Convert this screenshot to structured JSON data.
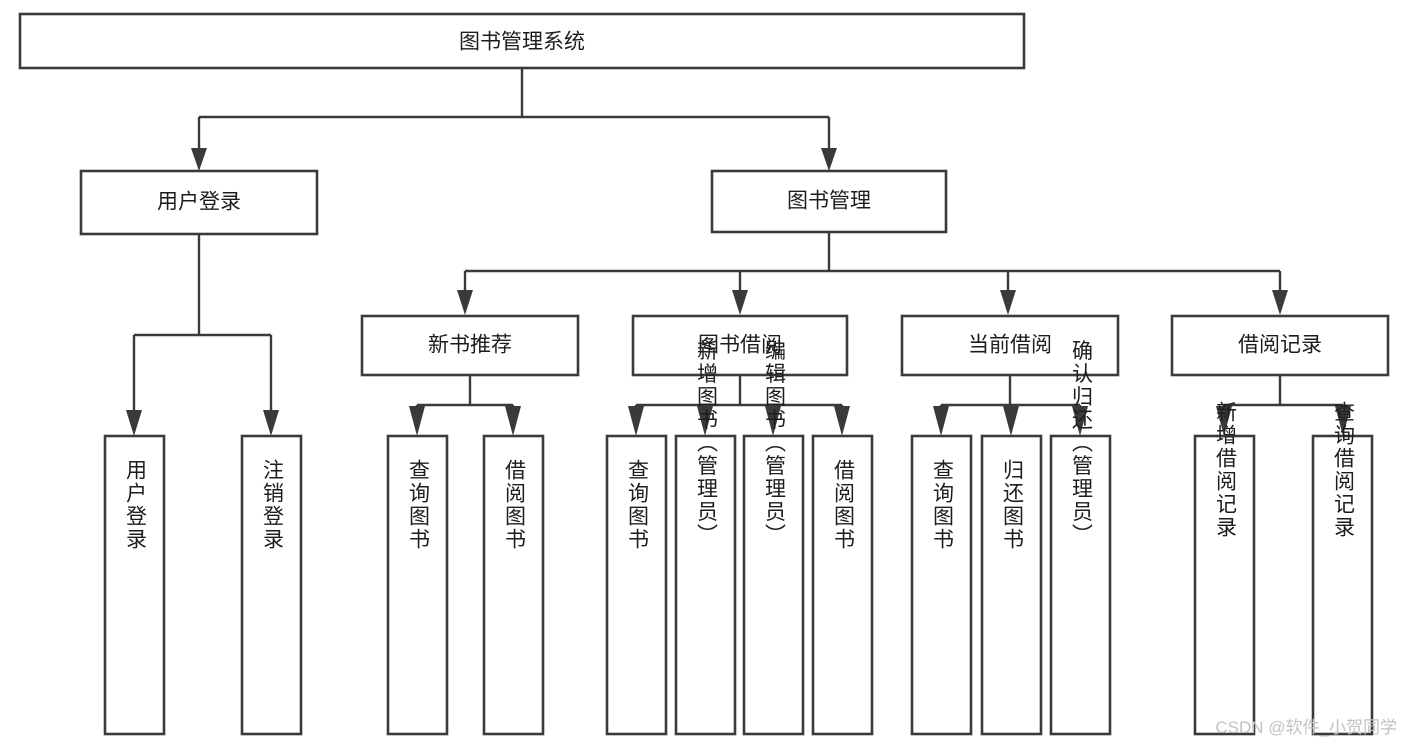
{
  "diagram": {
    "title": "图书管理系统",
    "type": "tree-hierarchy",
    "root": {
      "id": "root",
      "label": "图书管理系统"
    },
    "level1": [
      {
        "id": "user-login",
        "label": "用户登录"
      },
      {
        "id": "book-manage",
        "label": "图书管理"
      }
    ],
    "level2": [
      {
        "id": "new-book-recommend",
        "label": "新书推荐",
        "parent": "book-manage"
      },
      {
        "id": "book-borrow",
        "label": "图书借阅",
        "parent": "book-manage"
      },
      {
        "id": "current-borrow",
        "label": "当前借阅",
        "parent": "book-manage"
      },
      {
        "id": "borrow-record",
        "label": "借阅记录",
        "parent": "book-manage"
      }
    ],
    "leaves": [
      {
        "id": "leaf-user-login",
        "label": "用户登录",
        "parent": "user-login"
      },
      {
        "id": "leaf-user-logout",
        "label": "注销登录",
        "parent": "user-login"
      },
      {
        "id": "leaf-query-book-1",
        "label": "查询图书",
        "parent": "new-book-recommend"
      },
      {
        "id": "leaf-borrow-book-1",
        "label": "借阅图书",
        "parent": "new-book-recommend"
      },
      {
        "id": "leaf-query-book-2",
        "label": "查询图书",
        "parent": "book-borrow"
      },
      {
        "id": "leaf-add-book",
        "label": "新增图书（管理员）",
        "parent": "book-borrow"
      },
      {
        "id": "leaf-edit-book",
        "label": "编辑图书（管理员）",
        "parent": "book-borrow"
      },
      {
        "id": "leaf-borrow-book-2",
        "label": "借阅图书",
        "parent": "book-borrow"
      },
      {
        "id": "leaf-query-book-3",
        "label": "查询图书",
        "parent": "current-borrow"
      },
      {
        "id": "leaf-return-book",
        "label": "归还图书",
        "parent": "current-borrow"
      },
      {
        "id": "leaf-confirm-return",
        "label": "确认归还（管理员）",
        "parent": "current-borrow"
      },
      {
        "id": "leaf-add-record",
        "label": "新增借阅记录",
        "parent": "borrow-record"
      },
      {
        "id": "leaf-query-record",
        "label": "查询借阅记录",
        "parent": "borrow-record"
      }
    ],
    "watermark": "CSDN @软件_小贺同学",
    "colors": {
      "stroke": "#3a3a3a",
      "text": "#1d1d1d",
      "background": "#ffffff",
      "watermark": "#c2c2c2"
    }
  }
}
